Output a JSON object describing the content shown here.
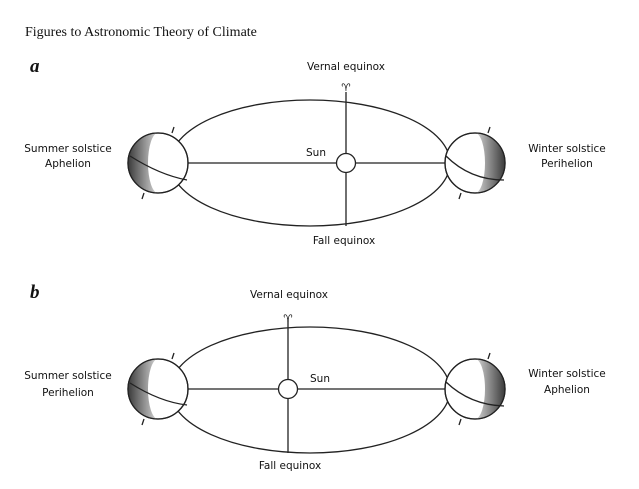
{
  "title": "Figures to Astronomic Theory of Climate",
  "panels": [
    {
      "label": "a",
      "vernal": "Vernal equinox",
      "fall": "Fall equinox",
      "sun": "Sun",
      "left": [
        "Summer solstice",
        "Aphelion"
      ],
      "right": [
        "Winter solstice",
        "Perihelion"
      ],
      "aries_symbol": "♈"
    },
    {
      "label": "b",
      "vernal": "Vernal equinox",
      "fall": "Fall equinox",
      "sun": "Sun",
      "left": [
        "Summer solstice",
        "Perihelion"
      ],
      "right": [
        "Winter solstice",
        "Aphelion"
      ],
      "aries_symbol": "♈"
    }
  ]
}
